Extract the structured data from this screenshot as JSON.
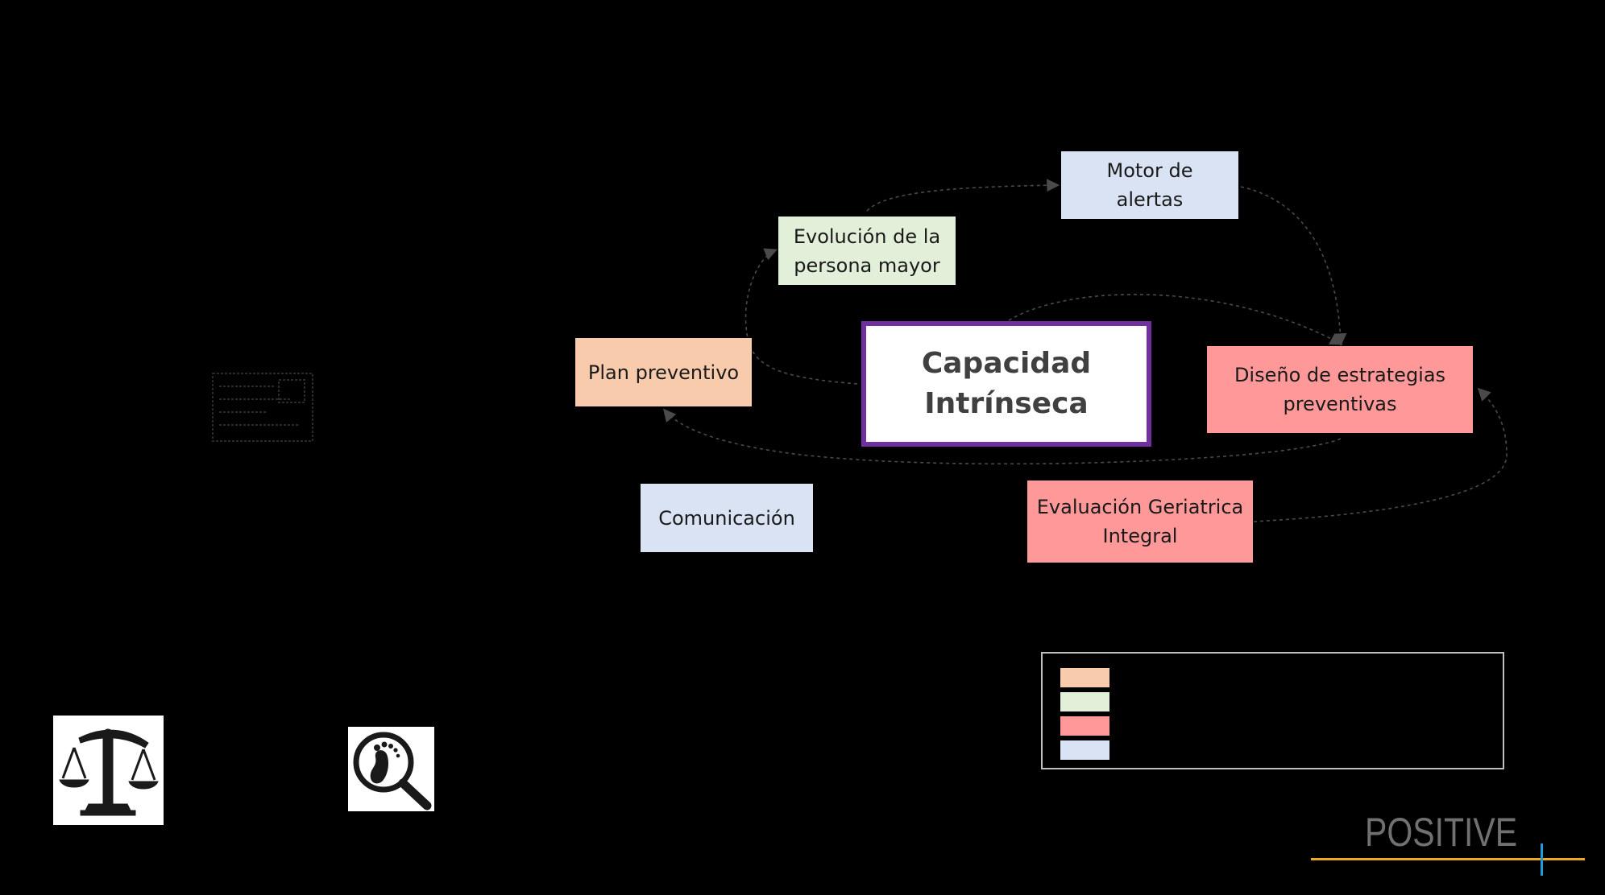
{
  "diagram": {
    "center": {
      "line1": "Capacidad",
      "line2": "Intrínseca"
    },
    "nodes": {
      "plan": {
        "label": "Plan preventivo",
        "color": "#f8cbad"
      },
      "evolucion": {
        "line1": "Evolución de la",
        "line2": "persona mayor",
        "color": "#e2efd9"
      },
      "motor": {
        "line1": "Motor de",
        "line2": "alertas",
        "color": "#dae3f3"
      },
      "diseno": {
        "line1": "Diseño de estrategias",
        "line2": "preventivas",
        "color": "#ff9999"
      },
      "evaluacion": {
        "line1": "Evaluación Geriatrica",
        "line2": "Integral",
        "color": "#ff9999"
      },
      "comunicacion": {
        "label": "Comunicación",
        "color": "#dae3f3"
      }
    },
    "center_border_color": "#7030a0"
  },
  "legend": {
    "swatches": [
      {
        "color": "#f8cbad"
      },
      {
        "color": "#e2efd9"
      },
      {
        "color": "#ff9999"
      },
      {
        "color": "#dae3f3"
      }
    ]
  },
  "icons": {
    "scale": "balance-scale-icon",
    "footprint": "footprint-search-icon"
  },
  "brand": {
    "name": "POSITIVE",
    "line_color": "#f0a81e",
    "tick_color": "#1e9be0"
  }
}
